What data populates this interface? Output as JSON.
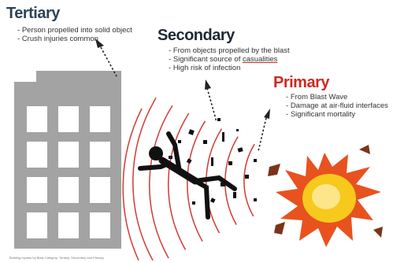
{
  "tertiary": {
    "title": "Tertiary",
    "bullets": [
      "Person propelled into solid object",
      "Crush injuries common"
    ]
  },
  "secondary": {
    "title": "Secondary",
    "bullets": [
      "From objects propelled by the blast",
      "Significant source of ",
      "High risk of infection"
    ],
    "highlight_word": "casualities"
  },
  "primary": {
    "title": "Primary",
    "bullets": [
      "From Blast Wave",
      "Damage at air-fluid interfaces",
      "Significant mortality"
    ]
  },
  "footnote": "Building Injuries by Blast Category: Tertiary, Secondary and Primary",
  "colors": {
    "tertiary_title": "#2d4356",
    "secondary_title": "#1e2a35",
    "primary_title": "#cc2a22",
    "building": "#a3a3a3",
    "window": "#ffffff",
    "wave": "#d23a35",
    "person": "#111111",
    "explosion_core": "#f6c91c",
    "explosion_outer": "#e8521e"
  },
  "icons": [
    "building-icon",
    "falling-person-icon",
    "explosion-icon",
    "blast-wave-icon",
    "debris-icon",
    "dashed-arrow-icon"
  ]
}
